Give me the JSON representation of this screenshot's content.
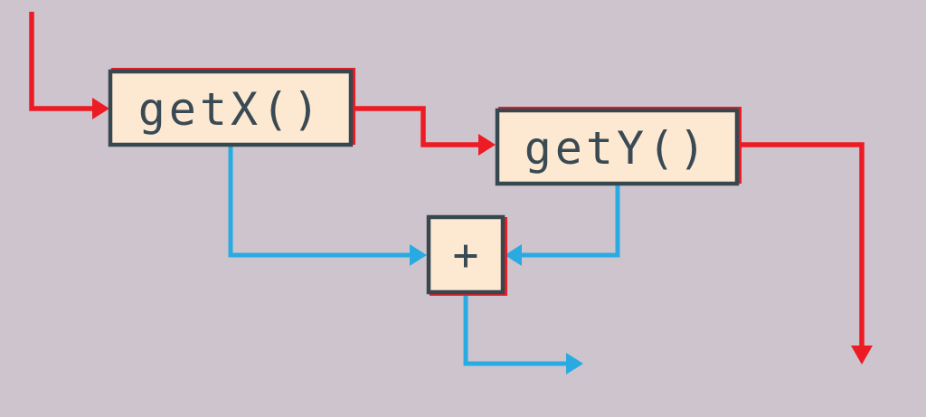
{
  "diagram": {
    "nodes": {
      "getx": {
        "label": "getX()"
      },
      "gety": {
        "label": "getY()"
      },
      "plus": {
        "label": "+"
      }
    },
    "edges": [
      {
        "color": "red",
        "from": "top-left entry",
        "to": "getX()"
      },
      {
        "color": "red",
        "from": "getX()",
        "to": "getY()"
      },
      {
        "color": "red",
        "from": "getY()",
        "to": "bottom-right exit"
      },
      {
        "color": "blue",
        "from": "getX()",
        "to": "+"
      },
      {
        "color": "blue",
        "from": "getY()",
        "to": "+"
      },
      {
        "color": "blue",
        "from": "+",
        "to": "bottom exit"
      }
    ],
    "colors": {
      "background": "#cdc4cd",
      "red": "#ec1b24",
      "blue": "#29abe2",
      "node_fill": "#fde9d2",
      "node_border": "#37474f",
      "text": "#3a4a54"
    }
  }
}
